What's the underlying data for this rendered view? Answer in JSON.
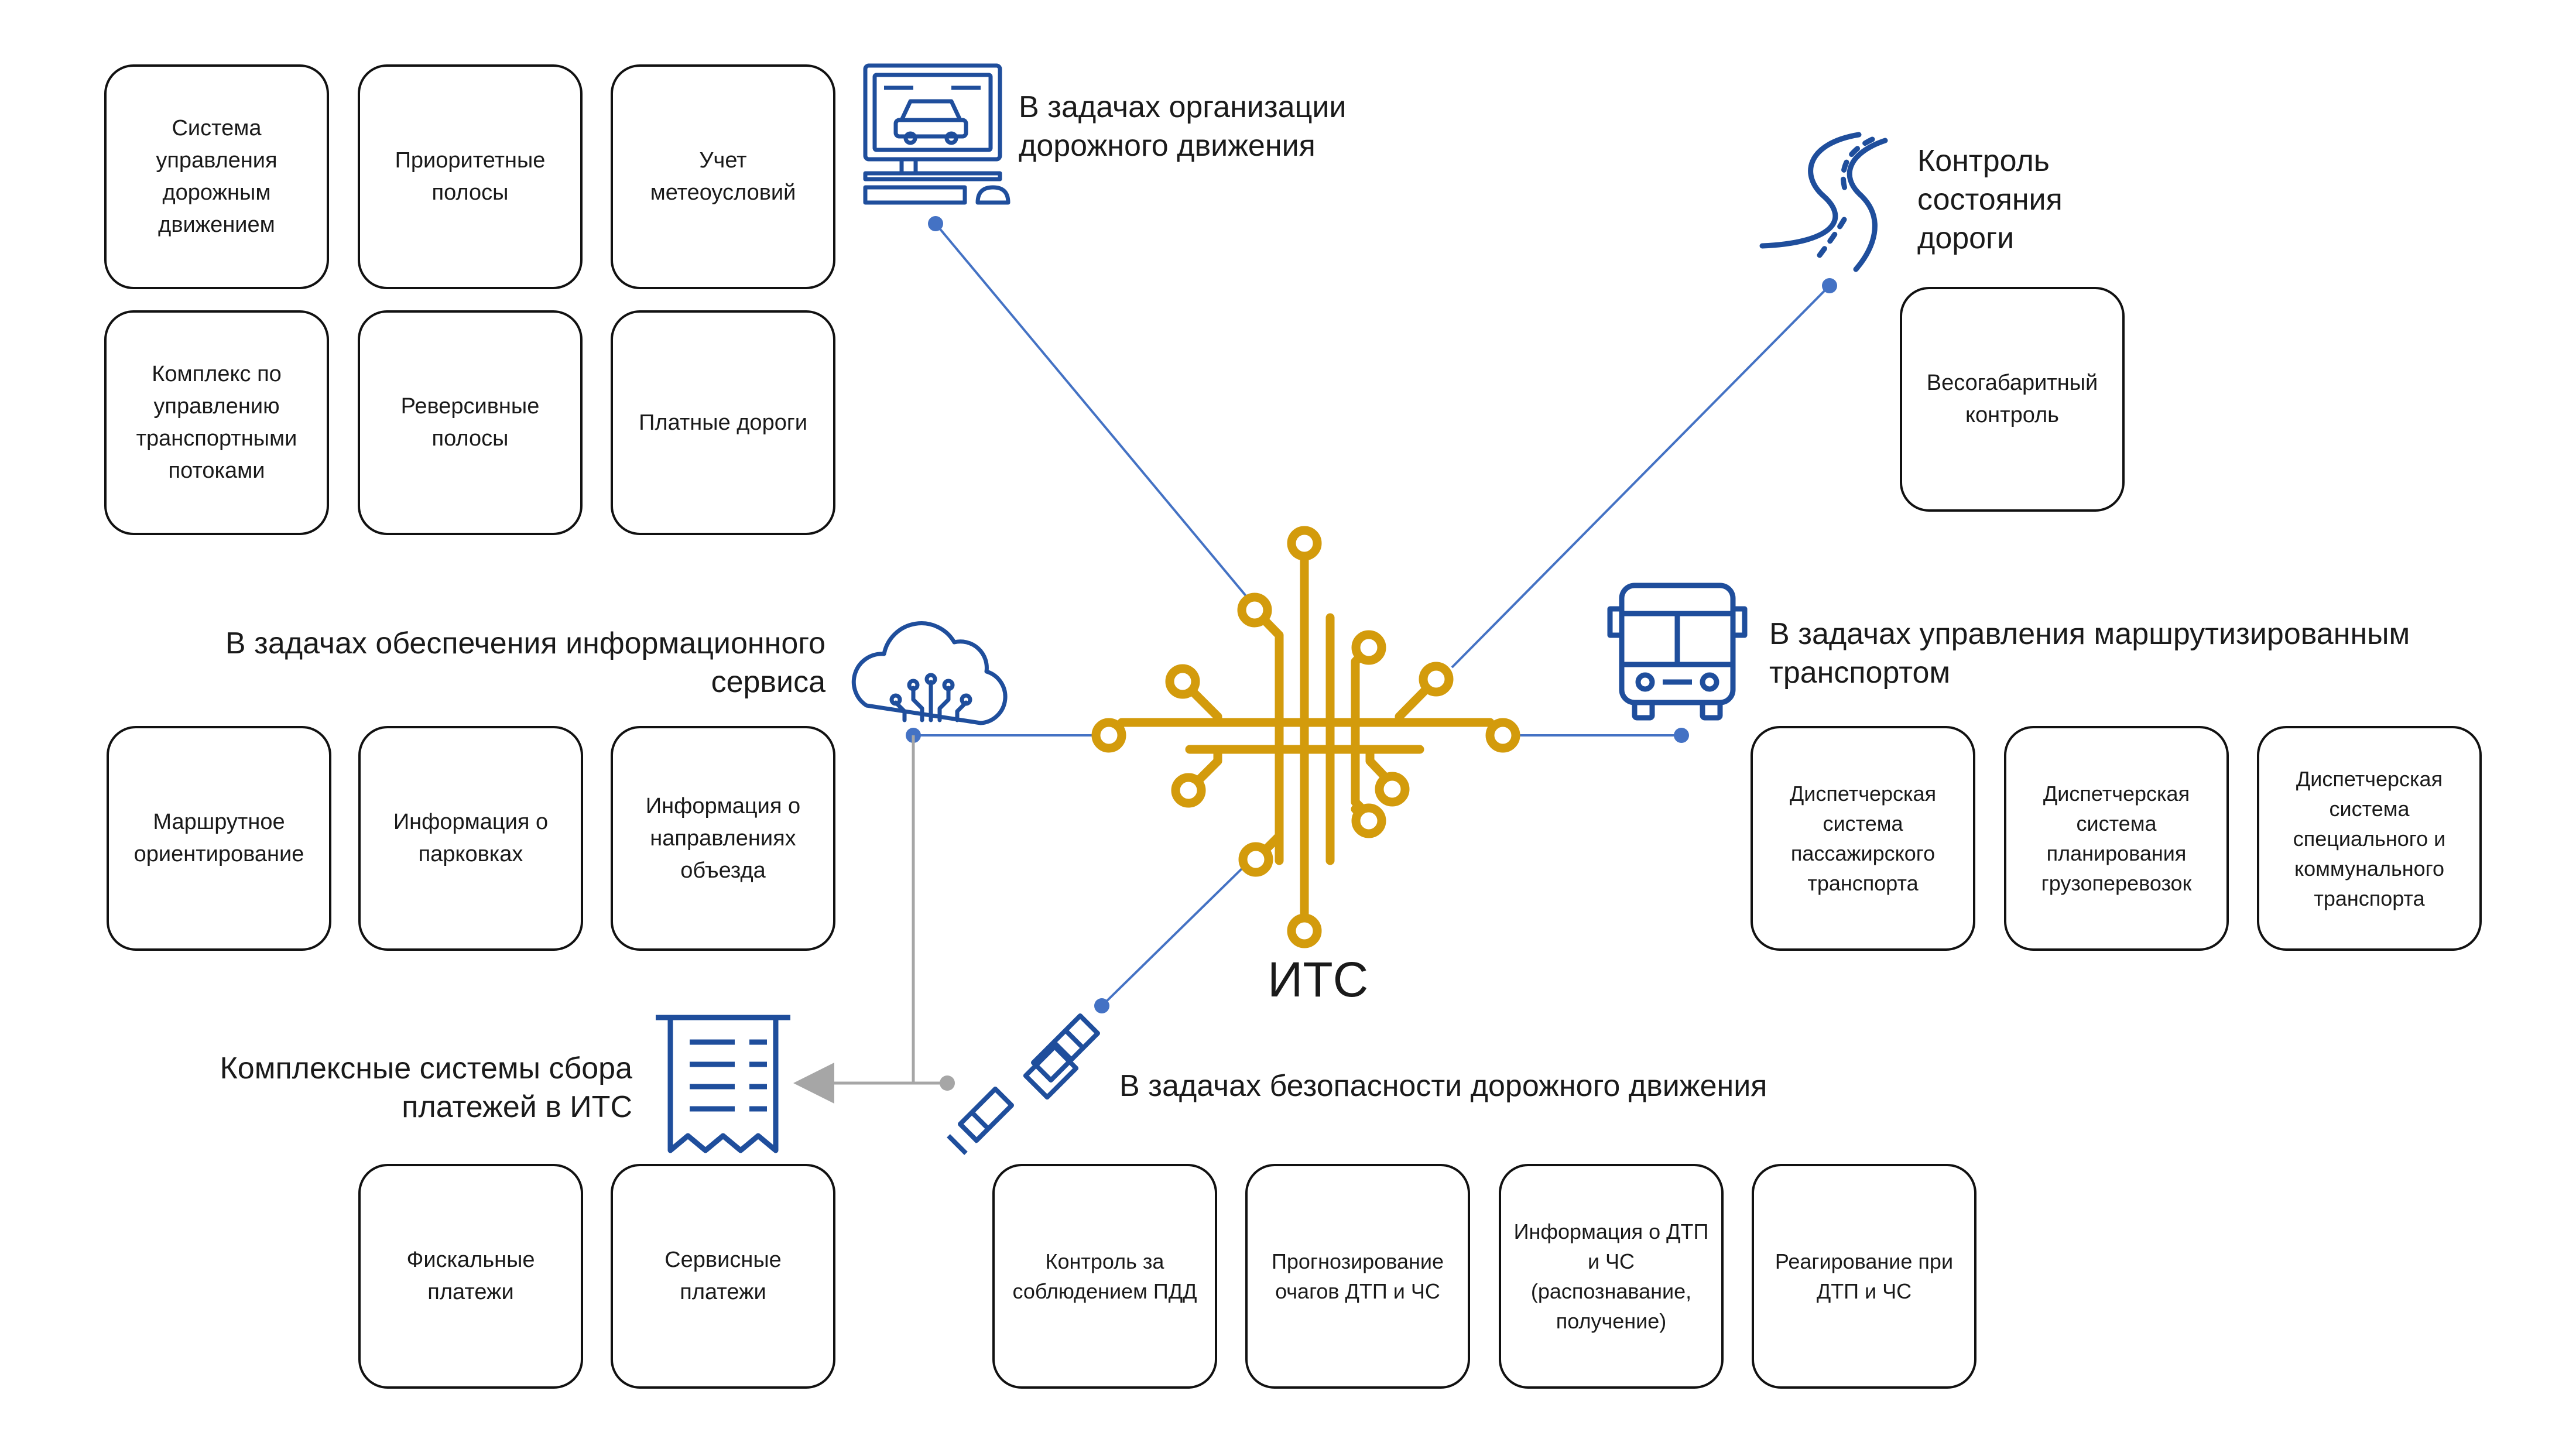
{
  "center": {
    "label": "ИТС"
  },
  "groups": {
    "traffic_org": {
      "title": "В задачах организации\nдорожного движения",
      "icon": "computer-car-icon",
      "items": [
        "Система\nуправления\nдорожным\nдвижением",
        "Приоритетные\nполосы",
        "Учет\nметеоусловий",
        "Комплекс по\nуправлению\nтранспортными\nпотоками",
        "Реверсивные\nполосы",
        "Платные дороги"
      ]
    },
    "road_control": {
      "title": "Контроль\nсостояния\nдороги",
      "icon": "road-icon",
      "items": [
        "Весогабаритный\nконтроль"
      ]
    },
    "info_service": {
      "title": "В задачах обеспечения информационного\nсервиса",
      "icon": "cloud-network-icon",
      "items": [
        "Маршрутное\nориентирование",
        "Информация о\nпарковках",
        "Информация о\nнаправлениях\nобъезда"
      ]
    },
    "route_transport": {
      "title": "В задачах управления маршрутизированным\nтранспортом",
      "icon": "bus-icon",
      "items": [
        "Диспетчерская\nсистема\nпассажирского\nтранспорта",
        "Диспетчерская\nсистема\nпланирования\nгрузоперевозок",
        "Диспетчерская\nсистема\nспециального и\nкоммунального\nтранспорта"
      ]
    },
    "payments": {
      "title": "Комплексные системы сбора\nплатежей в ИТС",
      "icon": "receipt-icon",
      "items": [
        "Фискальные\nплатежи",
        "Сервисные\nплатежи"
      ]
    },
    "safety": {
      "title": "В задачах безопасности дорожного движения",
      "icon": "seatbelt-icon",
      "items": [
        "Контроль за\nсоблюдением ПДД",
        "Прогнозирование\nочагов ДТП и ЧС",
        "Информация о ДТП\nи ЧС\n(распознавание,\nполучение)",
        "Реагирование при\nДТП и ЧС"
      ]
    }
  },
  "colors": {
    "accent": "#D39B0C",
    "line": "#4472C4",
    "icon": "#1F4E9C",
    "gray": "#A6A6A6"
  }
}
